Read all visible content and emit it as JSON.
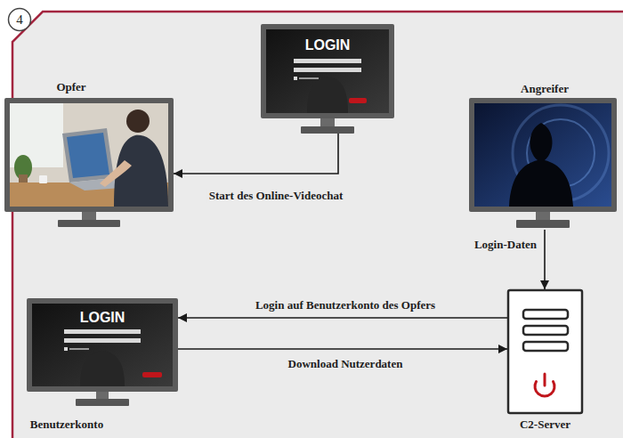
{
  "diagram": {
    "nodes": [
      {
        "text": [
          "4"
        ]
      },
      {
        "text": [
          "LOGIN"
        ]
      },
      {
        "text": [
          "Opfer"
        ]
      },
      {
        "text": [
          "Angreifer"
        ]
      },
      {
        "text": [
          "LOGIN",
          "Benutzerkonto"
        ]
      },
      {
        "text": [
          "C2-Server"
        ]
      }
    ],
    "edges": [
      {
        "from": 1,
        "to": 2,
        "arrow": "to",
        "label": "Start des Online-Videochat"
      },
      {
        "from": 3,
        "to": 5,
        "arrow": "to",
        "label": "Login-Daten"
      },
      {
        "from": 5,
        "to": 4,
        "arrow": "to",
        "label": "Login auf Benutzerkonto des Opfers"
      },
      {
        "from": 4,
        "to": 5,
        "arrow": "to",
        "label": "Download Nutzerdaten"
      }
    ]
  }
}
